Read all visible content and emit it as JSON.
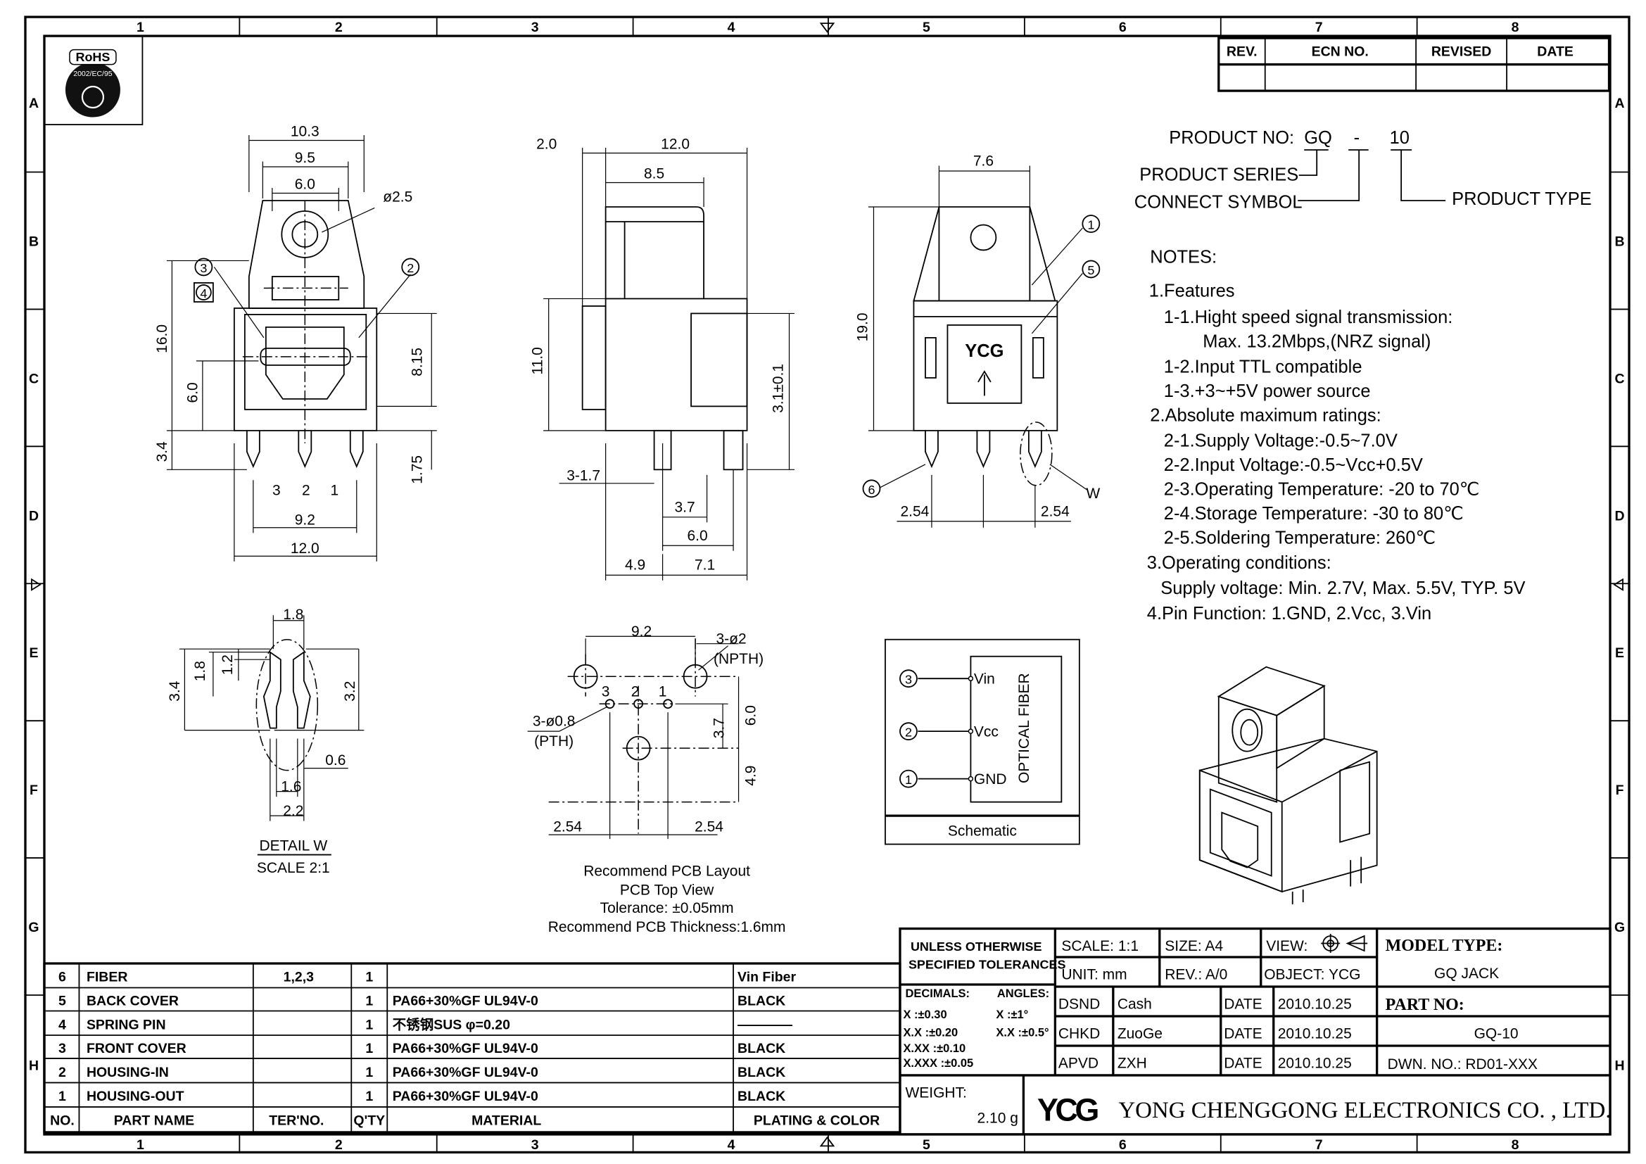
{
  "border": {
    "columns": [
      "1",
      "2",
      "3",
      "4",
      "5",
      "6",
      "7",
      "8"
    ],
    "rows": [
      "A",
      "B",
      "C",
      "D",
      "E",
      "F",
      "G",
      "H"
    ]
  },
  "rohs": {
    "label": "RoHS",
    "code": "2002/EC/95"
  },
  "revision_table": {
    "headers": [
      "REV.",
      "ECN NO.",
      "REVISED",
      "DATE"
    ]
  },
  "product_code": {
    "label": "PRODUCT NO:",
    "series": "GQ",
    "dash": "-",
    "type": "10",
    "series_label": "PRODUCT SERIES",
    "symbol_label": "CONNECT SYMBOL",
    "type_label": "PRODUCT TYPE"
  },
  "notes": {
    "title": "NOTES:",
    "lines": [
      "1.Features",
      "1-1.Hight speed signal transmission:",
      "Max. 13.2Mbps,(NRZ signal)",
      "1-2.Input TTL compatible",
      "1-3.+3~+5V power source",
      "2.Absolute maximum ratings:",
      "2-1.Supply Voltage:-0.5~7.0V",
      "2-2.Input Voltage:-0.5~Vcc+0.5V",
      "2-3.Operating Temperature: -20 to 70℃",
      "2-4.Storage Temperature: -30 to 80℃",
      "2-5.Soldering Temperature: 260℃",
      "3.Operating conditions:",
      "Supply voltage: Min. 2.7V, Max. 5.5V, TYP. 5V",
      "4.Pin Function: 1.GND, 2.Vcc, 3.Vin"
    ]
  },
  "front_view": {
    "dims": {
      "w_total": "10.3",
      "w_top": "9.5",
      "w_hole": "6.0",
      "hole_dia": "ø2.5",
      "h_total": "16.0",
      "h_window": "6.0",
      "h_pin": "3.4",
      "h_right": "8.15",
      "h_pin_right": "1.75",
      "pin_span": "9.2",
      "w_body": "12.0"
    },
    "pins": [
      "3",
      "2",
      "1"
    ],
    "callouts": [
      "3",
      "4",
      "2"
    ]
  },
  "side_view": {
    "dims": {
      "d1": "2.0",
      "d2": "12.0",
      "d3": "8.5",
      "d4": "11.0",
      "d5": "3.1±0.1",
      "d6": "3-1.7",
      "d7": "3.7",
      "d8": "6.0",
      "d9": "4.9",
      "d10": "7.1"
    }
  },
  "right_view": {
    "dims": {
      "width": "7.6",
      "height": "19.0",
      "pitch_left": "2.54",
      "pitch_right": "2.54"
    },
    "logo": "YCG",
    "callouts": [
      "1",
      "5",
      "6"
    ],
    "detail_mark": "W"
  },
  "detail_w": {
    "dims": {
      "top": "1.8",
      "h1": "1.8",
      "h2": "1.2",
      "h3": "3.4",
      "h4": "3.2",
      "gap": "0.6",
      "w1": "1.6",
      "w2": "2.2"
    },
    "title": "DETAIL W",
    "scale": "SCALE 2:1"
  },
  "pcb_layout": {
    "dims": {
      "span": "9.2",
      "npth": "3-ø2",
      "npth_note": "(NPTH)",
      "pth": "3-ø0.8",
      "pth_note": "(PTH)",
      "d37": "3.7",
      "d60": "6.0",
      "d49": "4.9",
      "pitch_left": "2.54",
      "pitch_right": "2.54"
    },
    "pins": [
      "3",
      "2",
      "1"
    ],
    "caption": [
      "Recommend PCB Layout",
      "PCB Top View",
      "Tolerance: ±0.05mm",
      "Recommend PCB Thickness:1.6mm"
    ]
  },
  "schematic": {
    "pins": [
      {
        "num": "3",
        "label": "Vin"
      },
      {
        "num": "2",
        "label": "Vcc"
      },
      {
        "num": "1",
        "label": "GND"
      }
    ],
    "block_label": "OPTICAL FIBER",
    "title": "Schematic"
  },
  "bom": {
    "headers": [
      "NO.",
      "PART NAME",
      "TER'NO.",
      "Q'TY",
      "MATERIAL",
      "PLATING & COLOR"
    ],
    "rows": [
      {
        "no": "6",
        "name": "FIBER",
        "ter": "1,2,3",
        "qty": "1",
        "material": "",
        "color": "Vin Fiber"
      },
      {
        "no": "5",
        "name": "BACK COVER",
        "ter": "",
        "qty": "1",
        "material": "PA66+30%GF UL94V-0",
        "color": "BLACK"
      },
      {
        "no": "4",
        "name": "SPRING PIN",
        "ter": "",
        "qty": "1",
        "material": "不锈钢SUS φ=0.20",
        "color": "————"
      },
      {
        "no": "3",
        "name": "FRONT COVER",
        "ter": "",
        "qty": "1",
        "material": "PA66+30%GF UL94V-0",
        "color": "BLACK"
      },
      {
        "no": "2",
        "name": "HOUSING-IN",
        "ter": "",
        "qty": "1",
        "material": "PA66+30%GF UL94V-0",
        "color": "BLACK"
      },
      {
        "no": "1",
        "name": "HOUSING-OUT",
        "ter": "",
        "qty": "1",
        "material": "PA66+30%GF UL94V-0",
        "color": "BLACK"
      }
    ]
  },
  "title_block": {
    "tolerance_title": [
      "UNLESS OTHERWISE",
      "SPECIFIED TOLERANCES"
    ],
    "decimals_label": "DECIMALS:",
    "angles_label": "ANGLES:",
    "decimals": [
      "X    :±0.30",
      "X.X  :±0.20",
      "X.XX :±0.10",
      "X.XXX :±0.05"
    ],
    "angles": [
      "X  :±1°",
      "X.X :±0.5°"
    ],
    "scale": "SCALE:  1:1",
    "size": "SIZE:  A4",
    "view": "VIEW:",
    "unit": "UNIT:  mm",
    "rev": "REV.:  A/0",
    "object": "OBJECT:  YCG",
    "model_label": "MODEL TYPE:",
    "model": "GQ  JACK",
    "part_label": "PART NO:",
    "part": "GQ-10",
    "dwn": "DWN.  NO.:  RD01-XXX",
    "signoffs": [
      {
        "role": "DSND",
        "name": "Cash",
        "date_label": "DATE",
        "date": "2010.10.25"
      },
      {
        "role": "CHKD",
        "name": "ZuoGe",
        "date_label": "DATE",
        "date": "2010.10.25"
      },
      {
        "role": "APVD",
        "name": "ZXH",
        "date_label": "DATE",
        "date": "2010.10.25"
      }
    ],
    "weight_label": "WEIGHT:",
    "weight": "2.10  g",
    "logo": "YCG",
    "company": "YONG  CHENGGONG  ELECTRONICS  CO. , LTD."
  }
}
